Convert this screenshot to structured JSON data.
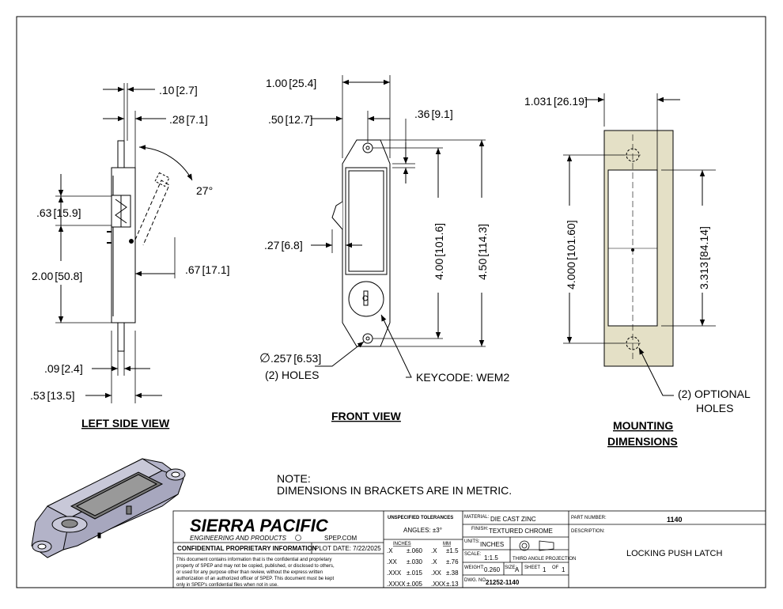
{
  "dims": {
    "left": {
      "d1": ".10",
      "d1m": "2.7",
      "d2": ".28",
      "d2m": "7.1",
      "ang": "27°",
      "d3": ".63",
      "d3m": "15.9",
      "d4": "2.00",
      "d4m": "50.8",
      "d5": ".67",
      "d5m": "17.1",
      "d6": ".09",
      "d6m": "2.4",
      "d7": ".53",
      "d7m": "13.5"
    },
    "front": {
      "w": "1.00",
      "wm": "25.4",
      "half": ".50",
      "halfm": "12.7",
      "off": ".36",
      "offm": "9.1",
      "hole": "4.00",
      "holem": "101.6",
      "len": "4.50",
      "lenm": "114.3",
      "btn": ".27",
      "btnm": "6.8",
      "dia_sym": "∅",
      "dia": ".257",
      "diam": "6.53",
      "holes": "(2) HOLES",
      "keycode": "KEYCODE: WEM2"
    },
    "mount": {
      "w": "1.031",
      "wm": "26.19",
      "h": "4.000",
      "hm": "101.60",
      "cut": "3.313",
      "cutm": "84.14",
      "opt1": "(2) OPTIONAL",
      "opt2": "HOLES"
    }
  },
  "views": {
    "left": "LEFT SIDE VIEW",
    "front": "FRONT VIEW",
    "mount1": "MOUNTING",
    "mount2": "DIMENSIONS"
  },
  "note": {
    "title": "NOTE:",
    "body": "DIMENSIONS IN BRACKETS ARE IN METRIC."
  },
  "titleblock": {
    "company": "SIERRA PACIFIC",
    "company_sub": "ENGINEERING AND PRODUCTS",
    "website": "SPEP.COM",
    "confidential": "CONFIDENTIAL PROPRIETARY INFORMATION",
    "plot_date": "PLOT DATE:  7/22/2025",
    "legal": [
      "This document contains information that is the confidential and proprietary",
      "property of SPEP and may not be copied, published, or disclosed to others,",
      "or used for any purpose  other than review, without the express written",
      "authorization of an authorized officer of SPEP. This document must be kept",
      "only in SPEP's confidential files when not in use."
    ],
    "tol_title": "UNSPECIFIED TOLERANCES",
    "angles": "ANGLES: ±3°",
    "inches": "INCHES",
    "mm": "MM",
    "tol_rows": [
      {
        "a": ".X",
        "b": "±.060",
        "c": ".X",
        "d": "±1.5"
      },
      {
        "a": ".XX",
        "b": "±.030",
        "c": ".X",
        "d": "±.76"
      },
      {
        "a": ".XXX",
        "b": "±.015",
        "c": ".XX",
        "d": "±.38"
      },
      {
        "a": ".XXXX",
        "b": "±.005",
        "c": ".XXX",
        "d": "±.13"
      }
    ],
    "material_lbl": "MATERIAL:",
    "material": "DIE CAST ZINC",
    "finish_lbl": "FINISH:",
    "finish": "TEXTURED CHROME",
    "units_lbl": "UNITS:",
    "units": "INCHES",
    "scale_lbl": "SCALE:",
    "scale": "1:1.5",
    "projection": "THIRD ANGLE PROJECTION",
    "weight_lbl": "WEIGHT:",
    "weight": "0.260",
    "size_lbl": "SIZE:",
    "size": "A",
    "sheet_lbl": "SHEET",
    "sheet": "1",
    "of_lbl": "OF",
    "of": "1",
    "dwg_lbl": "DWG. NO.",
    "dwg": "21252-1140",
    "part_lbl": "PART NUMBER:",
    "part": "1140",
    "desc_lbl": "DESCRIPTION:",
    "desc": "LOCKING PUSH LATCH"
  },
  "colors": {
    "mount_plate": "#e4e0c6",
    "iso_body": "#b3b3c8",
    "line": "#000000"
  }
}
